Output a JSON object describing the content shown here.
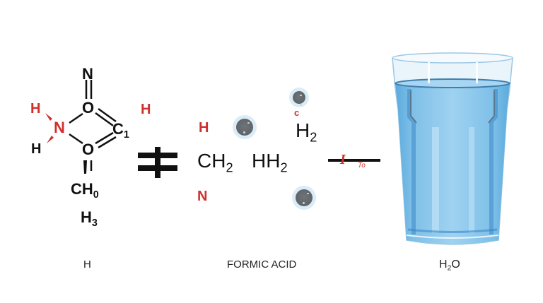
{
  "structure_left": {
    "atoms": {
      "n_top": "N",
      "o_top": "O",
      "o_bottom": "O",
      "n_center": "N",
      "h_left_top": "H",
      "h_left_bottom": "H",
      "h_right_red": "H",
      "c1": "C",
      "c1_sub": "1",
      "ch0": "CH",
      "ch0_sub": "0",
      "h3": "H",
      "h3_sub": "3"
    },
    "caption": "H"
  },
  "operator": {
    "symbol": "not-equal-cross"
  },
  "middle": {
    "red_h": "H",
    "red_n": "N",
    "red_c": "c",
    "ch2": "CH",
    "ch2_sub": "2",
    "hh2": "HH",
    "hh2_sub": "2",
    "h2": "H",
    "h2_sub": "2",
    "caption": "FORMIC ACID"
  },
  "arrow": {
    "mark": "I",
    "label": "To"
  },
  "glass": {
    "caption_main": "H",
    "caption_sub": "2",
    "caption_end": "O"
  },
  "colors": {
    "red": "#d0302c",
    "black": "#111111",
    "water": "#8cc8ec",
    "water_dark": "#4d9fd6",
    "glass_edge": "#7fb6da",
    "ball": "#62676c",
    "ball_halo": "#d9ecf7"
  }
}
